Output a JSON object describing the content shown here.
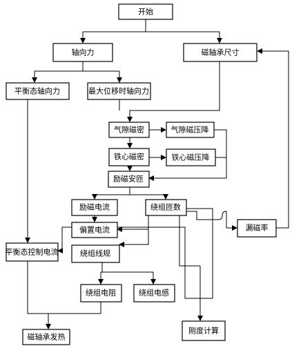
{
  "nodes": {
    "start": "开始",
    "axial_force": "轴向力",
    "bearing_size": "磁轴承尺寸",
    "balance_axial_force": "平衡态轴向力",
    "max_disp_axial_force": "最大位移时轴向力",
    "air_gap_flux": "气隙磁密",
    "air_gap_mmf_drop": "气隙磁压降",
    "iron_core_flux": "铁心磁密",
    "iron_core_mmf_drop": "铁心磁压降",
    "excitation_ampere_turns": "励磁安匝",
    "excitation_current": "励磁电流",
    "winding_turns": "绕组匝数",
    "bias_current": "偏置电流",
    "leakage_rate": "漏磁率",
    "balance_control_current": "平衡态控制电流",
    "winding_wire_gauge": "绕组线规",
    "winding_resistance": "绕组电阻",
    "winding_inductance": "绕组电感",
    "stiffness_calc": "刚度计算",
    "bearing_heating": "磁轴承发热"
  }
}
